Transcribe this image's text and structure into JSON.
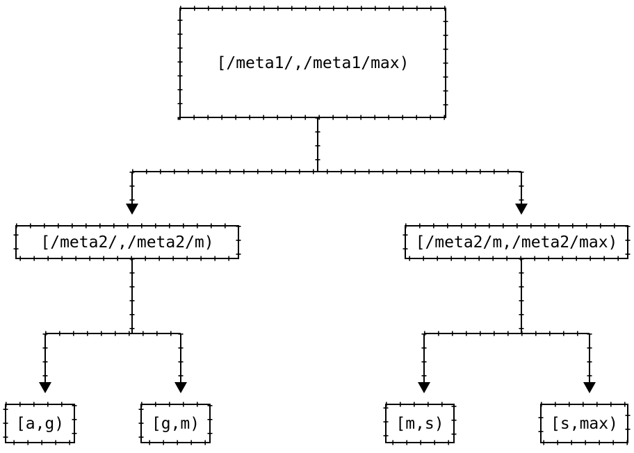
{
  "diagram": {
    "type": "tree",
    "background_color": "#ffffff",
    "line_color": "#000000",
    "text_color": "#000000",
    "nodes": [
      {
        "id": "root",
        "level": 0,
        "label": "[/meta1/,/meta1/max)"
      },
      {
        "id": "meta2-low",
        "level": 1,
        "label": "[/meta2/,/meta2/m)"
      },
      {
        "id": "meta2-high",
        "level": 1,
        "label": "[/meta2/m,/meta2/max)"
      },
      {
        "id": "leaf-ag",
        "level": 2,
        "label": "[a,g)"
      },
      {
        "id": "leaf-gm",
        "level": 2,
        "label": "[g,m)"
      },
      {
        "id": "leaf-ms",
        "level": 2,
        "label": "[m,s)"
      },
      {
        "id": "leaf-smax",
        "level": 2,
        "label": "[s,max)"
      }
    ],
    "edges": [
      {
        "from": "root",
        "to": "meta2-low"
      },
      {
        "from": "root",
        "to": "meta2-high"
      },
      {
        "from": "meta2-low",
        "to": "leaf-ag"
      },
      {
        "from": "meta2-low",
        "to": "leaf-gm"
      },
      {
        "from": "meta2-high",
        "to": "leaf-ms"
      },
      {
        "from": "meta2-high",
        "to": "leaf-smax"
      }
    ]
  }
}
